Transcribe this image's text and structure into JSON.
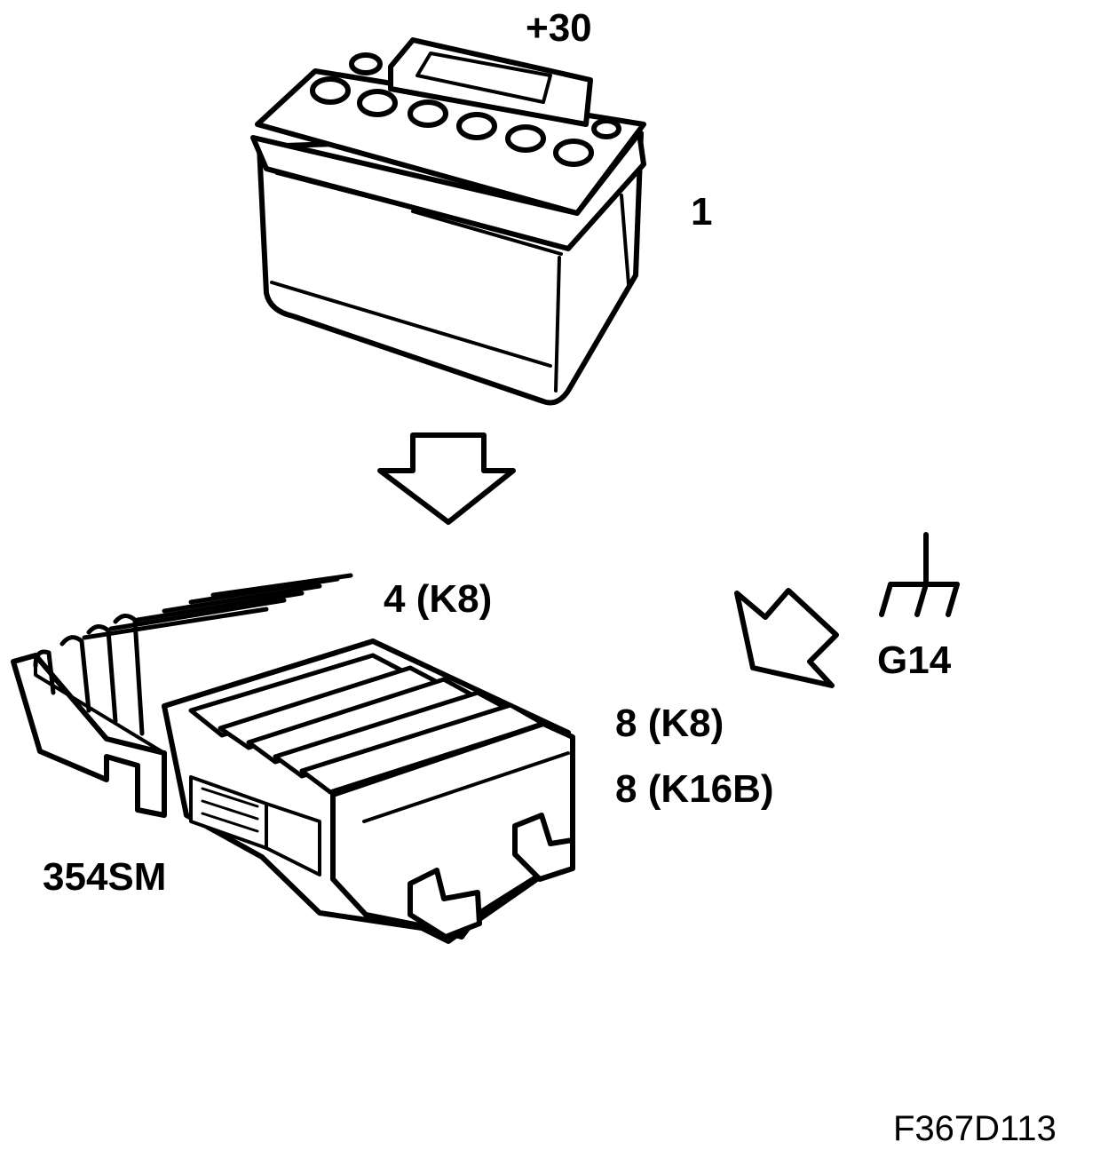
{
  "labels": {
    "terminal": "+30",
    "battery_number": "1",
    "pin_4": "4 (K8)",
    "ground_point": "G14",
    "pin_8_k8": "8 (K8)",
    "pin_8_k16b": "8 (K16B)",
    "module": "354SM"
  },
  "figure_code": "F367D113",
  "colors": {
    "line": "#000000",
    "background": "#ffffff"
  },
  "icons": {
    "battery": "battery-icon",
    "down_arrow": "down-arrow-icon",
    "diagonal_arrow": "diagonal-arrow-icon",
    "ground": "ground-symbol-icon",
    "module": "control-module-icon"
  }
}
